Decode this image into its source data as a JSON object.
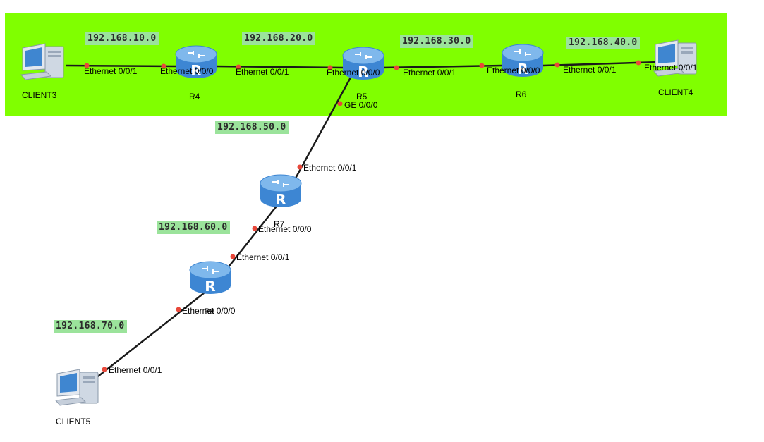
{
  "colors": {
    "area": "#80ff00",
    "net_label_bg": "#9be39b",
    "router_body": "#3d86d3",
    "router_top": "#7fb8ec",
    "port_dot": "#e8483a",
    "link": "#1a1a1a"
  },
  "devices": {
    "client3": {
      "name": "CLIENT3",
      "icon": "pc-icon"
    },
    "r4": {
      "name": "R4",
      "icon": "router-icon"
    },
    "r5": {
      "name": "R5",
      "icon": "router-icon"
    },
    "r6": {
      "name": "R6",
      "icon": "router-icon"
    },
    "client4": {
      "name": "CLIENT4",
      "icon": "pc-icon"
    },
    "r7": {
      "name": "R7",
      "icon": "router-icon"
    },
    "r8": {
      "name": "R8",
      "icon": "router-icon"
    },
    "client5": {
      "name": "CLIENT5",
      "icon": "pc-icon"
    }
  },
  "networks": {
    "n10": "192.168.10.0",
    "n20": "192.168.20.0",
    "n30": "192.168.30.0",
    "n40": "192.168.40.0",
    "n50": "192.168.50.0",
    "n60": "192.168.60.0",
    "n70": "192.168.70.0"
  },
  "ports": {
    "client3_e01": "Ethernet 0/0/1",
    "r4_e00": "Ethernet 0/0/0",
    "r4_e01": "Ethernet 0/0/1",
    "r5_e00": "Ethernet 0/0/0",
    "r5_e01": "Ethernet 0/0/1",
    "r5_ge00": "GE 0/0/0",
    "r6_e00": "Ethernet 0/0/0",
    "r6_e01": "Ethernet 0/0/1",
    "client4_e01": "Ethernet 0/0/1",
    "r7_e01": "Ethernet 0/0/1",
    "r7_e00": "Ethernet 0/0/0",
    "r8_e01": "Ethernet 0/0/1",
    "r8_e00": "Ethernet 0/0/0",
    "client5_e01": "Ethernet 0/0/1"
  }
}
